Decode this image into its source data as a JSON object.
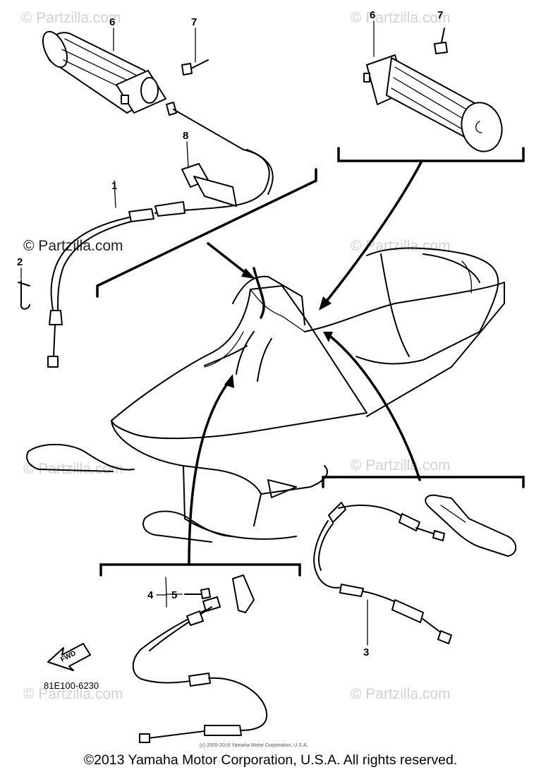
{
  "watermark": {
    "brand_text": "© Partzilla.com"
  },
  "callouts": {
    "c1": "1",
    "c2": "2",
    "c3": "3",
    "c4": "4",
    "c5": "5",
    "c6a": "6",
    "c7a": "7",
    "c6b": "6",
    "c7b": "7",
    "c8": "8"
  },
  "diagram_code": "81E100-6230",
  "fwd_label": "FWD",
  "small_copyright": "(c) 2005-2016 Yamaha Motor Corporation, U.S.A.",
  "footer_copyright": "©2013 Yamaha Motor Corporation, U.S.A. All rights reserved."
}
